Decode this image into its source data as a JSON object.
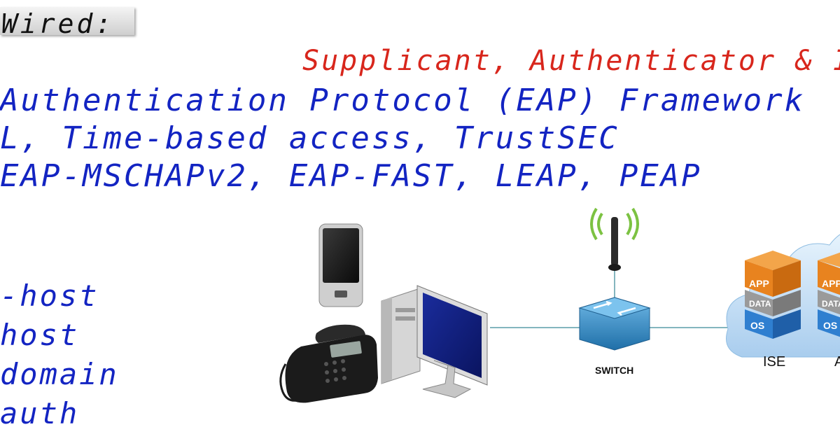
{
  "slide": {
    "title": "Wired:",
    "topic": "Supplicant, Authenticator & IS",
    "bullets": [
      "Authentication Protocol (EAP) Framework",
      "L, Time-based access, TrustSEC",
      "EAP-MSCHAPv2, EAP-FAST, LEAP, PEAP"
    ],
    "host_modes": [
      "-host",
      "host",
      "domain",
      "auth"
    ]
  },
  "diagram": {
    "switch_label": "SWITCH",
    "ise_label": "ISE",
    "ad_label": "A",
    "stack_layers": [
      "APP",
      "DATA",
      "OS"
    ],
    "colors": {
      "handwriting_blue": "#1324c2",
      "handwriting_red": "#d8261c",
      "switch_blue": "#2d8fc9",
      "app_orange": "#e8831f",
      "os_blue": "#2f7fd0",
      "cloud_blue": "#c9e2f7",
      "link_teal": "#5a9ea8"
    },
    "icons": [
      "smartphone-icon",
      "desk-phone-icon",
      "desktop-pc-icon",
      "wireless-antenna-icon",
      "switch-icon",
      "ise-server-icon",
      "ad-server-icon",
      "cloud-icon"
    ]
  }
}
